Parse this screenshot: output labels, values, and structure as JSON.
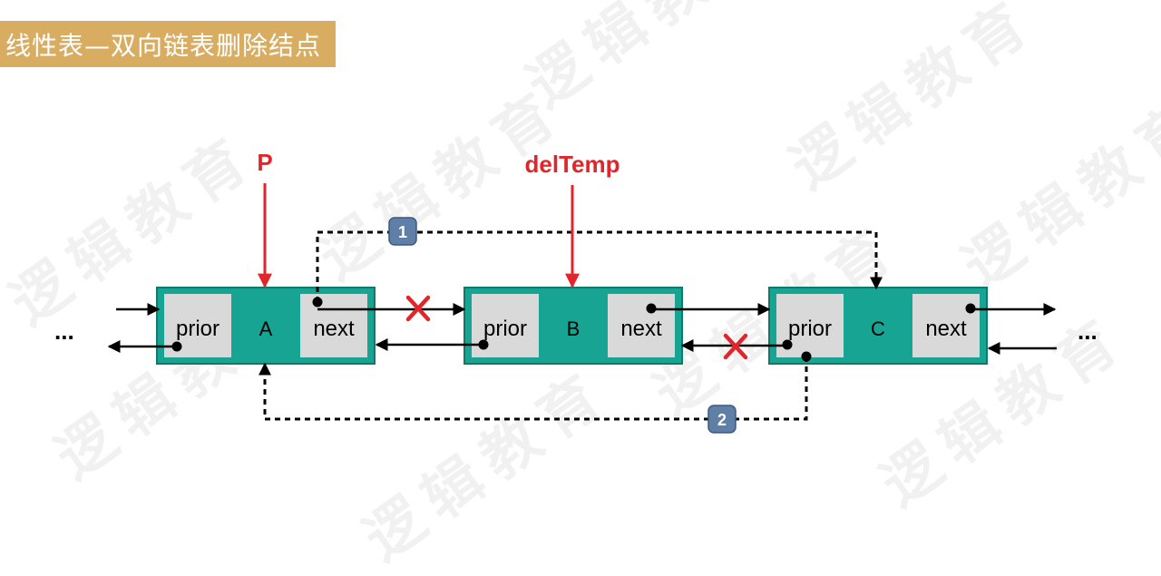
{
  "title": "线性表—双向链表删除结点",
  "watermark": "逻辑教育",
  "ellipsis_left": "...",
  "ellipsis_right": "...",
  "pointer_p": "P",
  "pointer_deltemp": "delTemp",
  "nodes": [
    {
      "prior_label": "prior",
      "data": "A",
      "next_label": "next"
    },
    {
      "prior_label": "prior",
      "data": "B",
      "next_label": "next"
    },
    {
      "prior_label": "prior",
      "data": "C",
      "next_label": "next"
    }
  ],
  "steps": [
    {
      "number": "1"
    },
    {
      "number": "2"
    }
  ],
  "colors": {
    "title_bg": "#d8ad62",
    "node_teal": "#17a493",
    "node_border": "#0f7a6c",
    "field_gray": "#d9d9d9",
    "pointer_red": "#e0262b",
    "badge_blue": "#5f7fa6"
  }
}
